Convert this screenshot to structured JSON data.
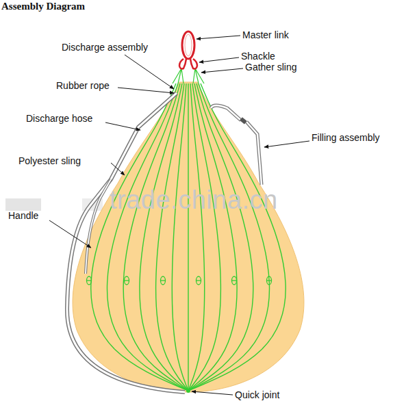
{
  "diagram": {
    "title": "Assembly Diagram",
    "labels": [
      "Master link",
      "Discharge assembly",
      "Shackle",
      "Gather sling",
      "Rubber rope",
      "Discharge hose",
      "Filling assembly",
      "Polyester sling",
      "Handle",
      "trade.china.cn",
      "Quick joint"
    ]
  }
}
